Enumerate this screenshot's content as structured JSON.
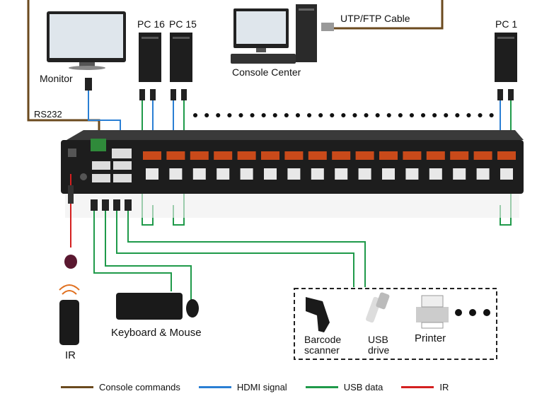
{
  "labels": {
    "monitor": "Monitor",
    "rs232": "RS232",
    "pc16": "PC 16",
    "pc15": "PC 15",
    "pc1": "PC 1",
    "console_center": "Console Center",
    "cable": "UTP/FTP Cable",
    "keyboard_mouse": "Keyboard & Mouse",
    "ir": "IR",
    "barcode_line1": "Barcode",
    "barcode_line2": "scanner",
    "usb_line1": "USB",
    "usb_line2": "drive",
    "printer": "Printer"
  },
  "legend": [
    {
      "label": "Console commands",
      "color": "#6b4a1e"
    },
    {
      "label": "HDMI signal",
      "color": "#2a7fd4"
    },
    {
      "label": "USB data",
      "color": "#1f9a4a"
    },
    {
      "label": "IR",
      "color": "#d42020"
    }
  ]
}
